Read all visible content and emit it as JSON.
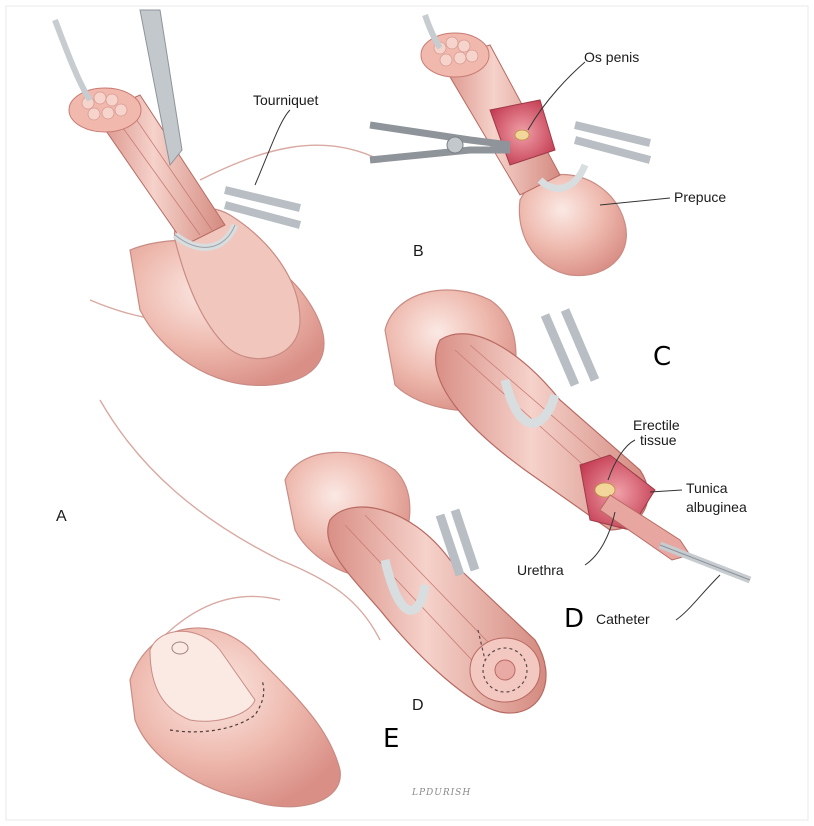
{
  "labels": {
    "os_penis": "Os penis",
    "tourniquet": "Tourniquet",
    "prepuce": "Prepuce",
    "erectile_tissue_line1": "Erectile",
    "erectile_tissue_line2": "tissue",
    "tunica_line1": "Tunica",
    "tunica_line2": "albuginea",
    "urethra": "Urethra",
    "catheter": "Catheter"
  },
  "panel_letters": {
    "a": "A",
    "b": "B",
    "d_small": "D"
  },
  "overlay_letters": {
    "c": "C",
    "d": "D",
    "e": "E"
  },
  "signature": "LPDURISH",
  "colors": {
    "skin_light": "#f7dcd4",
    "skin_mid": "#eab0a6",
    "skin_dark": "#c97b73",
    "outline": "#b86a62",
    "tissue_red": "#c9405a",
    "instrument": "#9aa0a6"
  }
}
